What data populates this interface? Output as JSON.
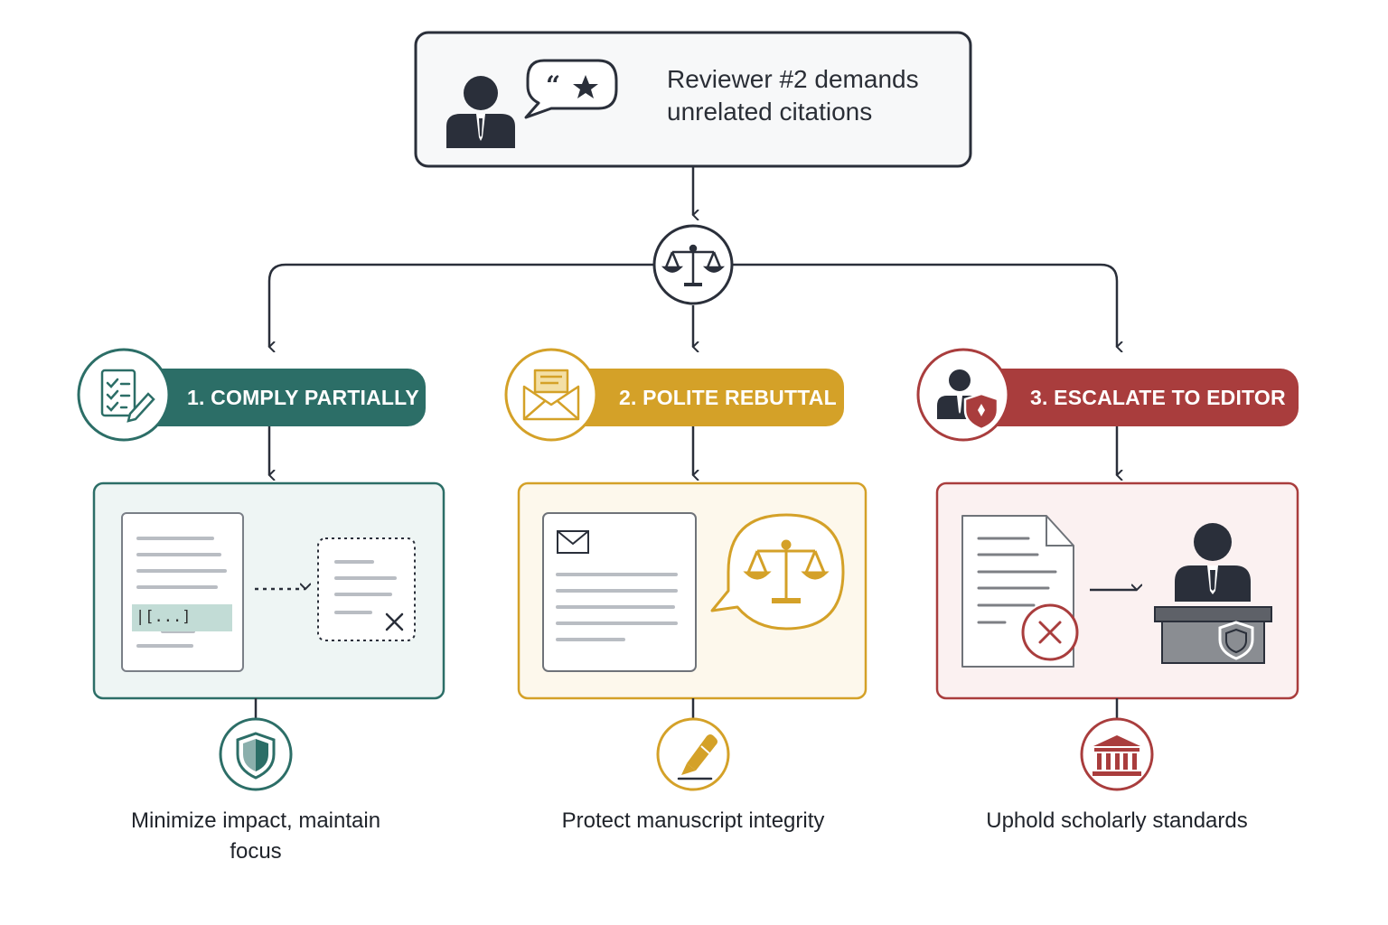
{
  "root": {
    "text": "Reviewer #2 demands unrelated citations",
    "icons": [
      "reviewer-person-icon",
      "quote-star-speech-bubble-icon"
    ]
  },
  "decision": {
    "icon": "balance-scale-icon"
  },
  "options": [
    {
      "id": "comply",
      "label": "1. COMPLY PARTIALLY",
      "color": "#2c6e67",
      "bg": "#eef5f4",
      "icon": "checklist-pencil-icon",
      "panel_icons": [
        "document-icon",
        "highlighted-citation-icon",
        "dashed-arrow-icon",
        "dashed-removed-document-icon",
        "x-icon"
      ],
      "placeholder": "|[...]",
      "outcome_icon": "shield-icon",
      "outcome": "Minimize impact, maintain focus"
    },
    {
      "id": "rebuttal",
      "label": "2. POLITE REBUTTAL",
      "color": "#d4a128",
      "bg": "#fdf8ec",
      "icon": "envelope-letter-icon",
      "panel_icons": [
        "letter-document-icon",
        "envelope-icon",
        "scale-speech-bubble-icon"
      ],
      "outcome_icon": "pen-nib-icon",
      "outcome": "Protect manuscript integrity"
    },
    {
      "id": "escalate",
      "label": "3. ESCALATE TO EDITOR",
      "color": "#a93d3d",
      "bg": "#fbf1f1",
      "icon": "person-shield-icon",
      "panel_icons": [
        "rejected-document-icon",
        "x-circle-icon",
        "arrow-right-icon",
        "editor-at-desk-icon",
        "shield-icon"
      ],
      "outcome_icon": "institution-building-icon",
      "outcome": "Uphold scholarly standards"
    }
  ],
  "line_color": "#2a2f3a"
}
